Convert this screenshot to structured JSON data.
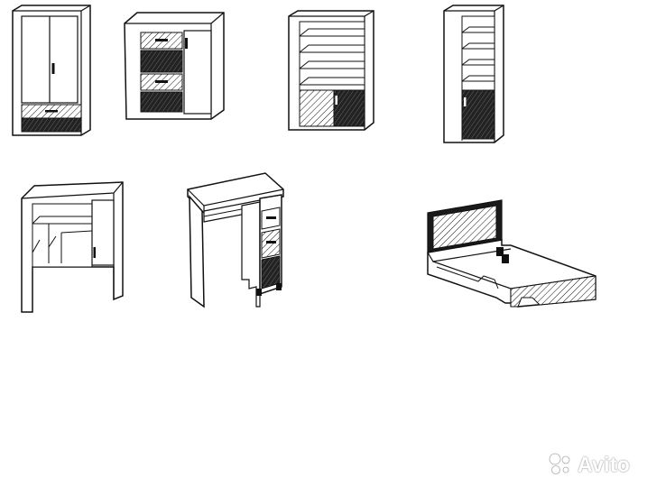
{
  "items": [
    {
      "name": "wardrobe-two-door",
      "icon": "wardrobe-icon"
    },
    {
      "name": "chest-of-drawers",
      "icon": "dresser-icon"
    },
    {
      "name": "bookcase-wide",
      "icon": "bookcase-icon"
    },
    {
      "name": "bookcase-narrow",
      "icon": "bookcase-icon"
    },
    {
      "name": "desk-hutch",
      "icon": "shelf-unit-icon"
    },
    {
      "name": "writing-desk",
      "icon": "desk-icon"
    },
    {
      "name": "single-bed",
      "icon": "bed-icon"
    }
  ],
  "colors": {
    "line": "#111111",
    "fill": "#ffffff",
    "dark": "#1a1a1a",
    "watermark": "#ffffff"
  },
  "watermark": {
    "text": "Avito",
    "icon": "avito-logo-icon"
  }
}
